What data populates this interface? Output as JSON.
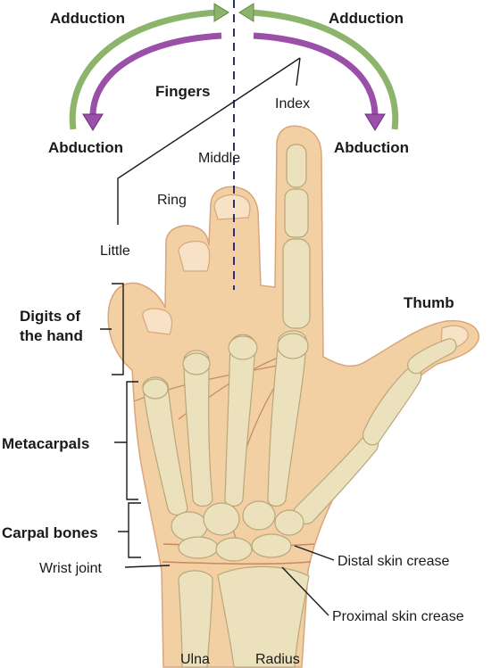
{
  "colors": {
    "skin": "#f3cfa4",
    "skin_edge": "#d9a67a",
    "bone": "#ece1bd",
    "bone_edge": "#b8a77a",
    "adduction_arrow": "#8cb56b",
    "abduction_arrow": "#9a4fa8",
    "axis_line": "#2e2e6e"
  },
  "arrows": {
    "adduction_left": "Adduction",
    "adduction_right": "Adduction",
    "abduction_left": "Abduction",
    "abduction_right": "Abduction"
  },
  "fingers": {
    "group_label": "Fingers",
    "index": "Index",
    "middle": "Middle",
    "ring": "Ring",
    "little": "Little",
    "thumb": "Thumb"
  },
  "regions": {
    "digits": [
      "Digits of",
      "the hand"
    ],
    "metacarpals": "Metacarpals",
    "carpal_bones": "Carpal bones",
    "wrist_joint": "Wrist joint"
  },
  "creases": {
    "distal": "Distal skin crease",
    "proximal": "Proximal skin crease"
  },
  "forearm": {
    "ulna": "Ulna",
    "radius": "Radius"
  }
}
